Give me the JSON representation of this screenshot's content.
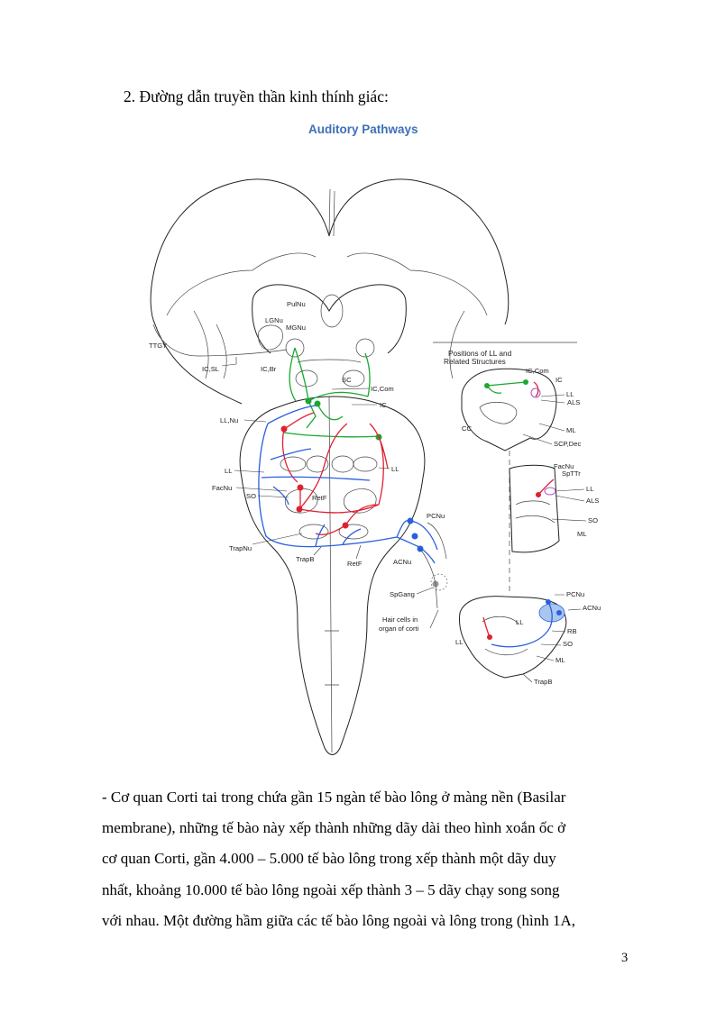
{
  "heading": "2.  Đường dẫn truyền thần kinh thính giác:",
  "figure": {
    "title": "Auditory Pathways",
    "labels": {
      "pulnu": "PulNu",
      "lgnu": "LGNu",
      "mgnu": "MGNu",
      "ttgy": "TTGY",
      "ic_sl": "IC,SL",
      "ic_br": "IC,Br",
      "sc": "SC",
      "ic_com": "IC,Com",
      "ic": "IC",
      "ll_nu": "LL,Nu",
      "ll_left": "LL",
      "ll_right": "LL",
      "facnu": "FacNu",
      "so": "SO",
      "retf": "RetF",
      "trapnu": "TrapNu",
      "trapb": "TrapB",
      "retf_bottom": "RetF",
      "pcnu": "PCNu",
      "acnu": "ACNu",
      "spgang": "SpGang",
      "hair_cells_1": "Hair cells in",
      "hair_cells_2": "organ of corti"
    },
    "inset": {
      "title_line1": "Positions of LL and",
      "title_line2": "Related Structures",
      "top": {
        "ic_com": "IC,Com",
        "ic": "IC",
        "ll": "LL",
        "als": "ALS",
        "cc": "CC",
        "ml": "ML",
        "scp_dec": "SCP,Dec"
      },
      "middle": {
        "facnu": "FacNu",
        "spttr": "SpTTr",
        "ll": "LL",
        "als": "ALS",
        "so": "SO",
        "ml": "ML"
      },
      "bottom": {
        "pcnu": "PCNu",
        "acnu": "ACNu",
        "ll_center": "LL",
        "ll_left": "LL",
        "rb": "RB",
        "so": "SO",
        "ml": "ML",
        "trapb": "TrapB"
      }
    }
  },
  "paragraph_lines": [
    "- Cơ quan Corti tai trong chứa gần 15 ngàn tế bào lông ở màng nền (Basilar",
    "membrane), những tế bào này xếp thành những dãy dài theo hình xoắn ốc ở",
    "cơ quan Corti, gần 4.000 – 5.000 tế bào lông trong xếp thành một dãy duy",
    "nhất, khoảng 10.000 tế bào lông ngoài xếp thành 3 – 5 dãy chạy song song",
    "với nhau. Một đường hầm giữa các tế bào lông ngoài và lông trong (hình 1A,"
  ],
  "page_number": "3",
  "colors": {
    "title_blue": "#3f6fb8",
    "green_pathway": "#19a830",
    "red_pathway": "#e02030",
    "blue_pathway": "#2a5fe0"
  }
}
